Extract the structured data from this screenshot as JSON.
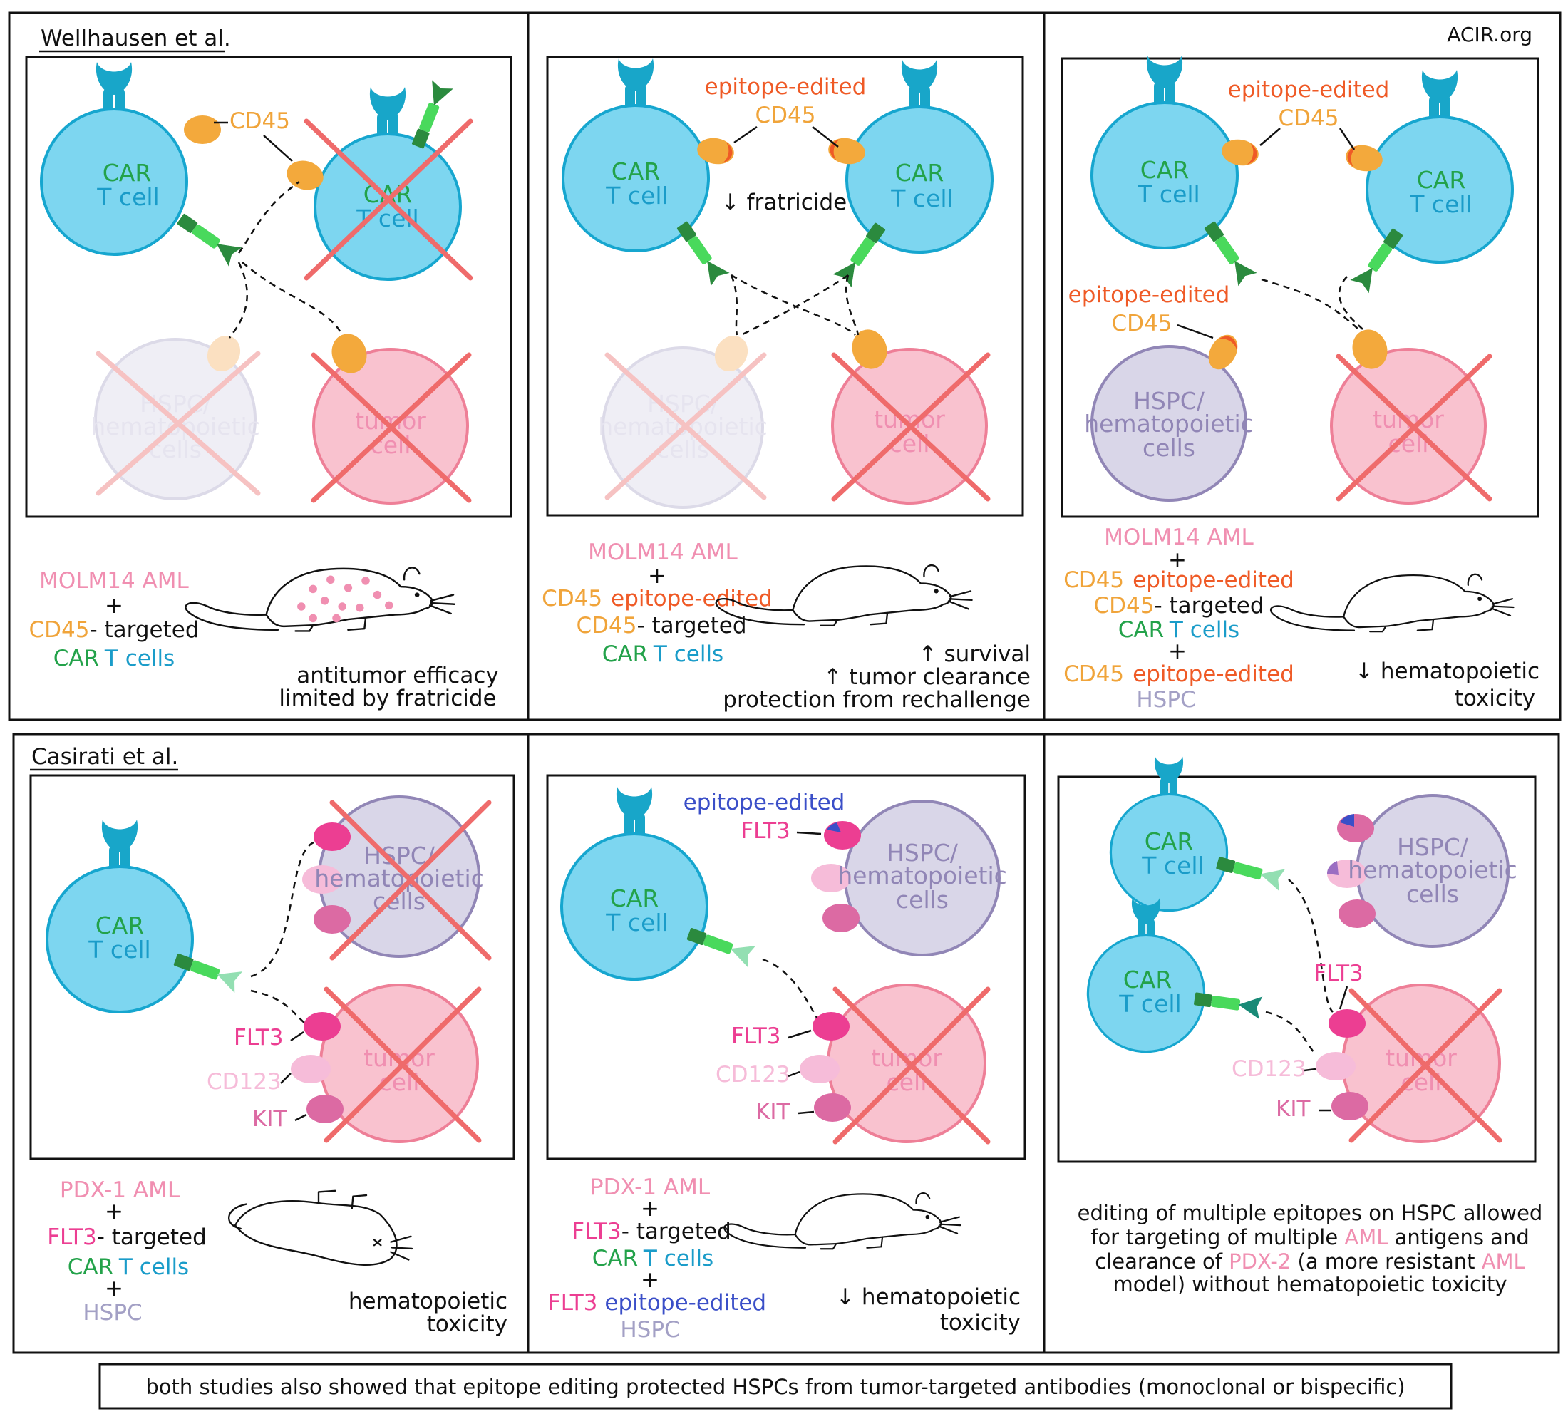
{
  "colors": {
    "car_t_fill": "#7dd6f0",
    "car_t_stroke": "#16a6cf",
    "car_label_green": "#23a24a",
    "car_label_blue": "#1a9cc9",
    "tumor_fill": "#f9c2cf",
    "tumor_stroke": "#ee7f97",
    "hspc_fill": "#d9d6e8",
    "hspc_stroke": "#9186b6",
    "hspc_faded_fill": "#efeef5",
    "hspc_faded_stroke": "#dcdae8",
    "cross_red": "#ef6b6b",
    "cross_faded": "#f6c2c2",
    "cd45_orange": "#f3a93c",
    "cd45_text": "#f0a43a",
    "edited_red": "#ef5a26",
    "edited_blue": "#3b4fc8",
    "flt3_pink": "#ec3e92",
    "cd123_pink": "#f6bcd9",
    "kit_pink": "#dc6aa3",
    "molm14_pink": "#f08fb1",
    "hspc_text": "#a3a0c5",
    "car_green": "#49d95c",
    "car_dark": "#2b8a3e",
    "receptor": "#18a6c9"
  },
  "watermark": "ACIR.org",
  "study1": {
    "author": "Wellhausen et al.",
    "panel1": {
      "cd45": "CD45",
      "caption": {
        "molm14": "MOLM14 AML",
        "plus": "+",
        "cd45": "CD45",
        "targeted": "- targeted",
        "car": "CAR",
        "tcells": "T cells"
      },
      "outcome": [
        "antitumor efficacy",
        "limited by fratricide"
      ]
    },
    "panel2": {
      "edited": "epitope-edited",
      "cd45": "CD45",
      "fratricide": "↓ fratricide",
      "caption": {
        "molm14": "MOLM14 AML",
        "plus": "+",
        "cd45": "CD45",
        "edited": "epitope-edited",
        "targeted": "- targeted",
        "car": "CAR",
        "tcells": "T cells"
      },
      "outcome": [
        "↑ survival",
        "↑ tumor clearance",
        "protection from rechallenge"
      ]
    },
    "panel3": {
      "edited": "epitope-edited",
      "cd45": "CD45",
      "caption": {
        "molm14": "MOLM14 AML",
        "plus": "+",
        "cd45": "CD45",
        "edited": "epitope-edited",
        "targeted": "- targeted",
        "car": "CAR",
        "tcells": "T cells",
        "hspc": "HSPC"
      },
      "outcome": [
        "↓ hematopoietic",
        "toxicity"
      ]
    }
  },
  "study2": {
    "author": "Casirati et al.",
    "panel1": {
      "flt3": "FLT3",
      "cd123": "CD123",
      "kit": "KIT",
      "caption": {
        "pdx": "PDX-1 AML",
        "plus": "+",
        "flt3": "FLT3",
        "targeted": "- targeted",
        "car": "CAR",
        "tcells": "T cells",
        "hspc": "HSPC"
      },
      "outcome": [
        "hematopoietic",
        "toxicity"
      ]
    },
    "panel2": {
      "edited": "epitope-edited",
      "flt3": "FLT3",
      "cd123": "CD123",
      "kit": "KIT",
      "caption": {
        "pdx": "PDX-1 AML",
        "plus": "+",
        "flt3": "FLT3",
        "targeted": "- targeted",
        "car": "CAR",
        "tcells": "T cells",
        "edited": "epitope-edited",
        "hspc": "HSPC"
      },
      "outcome": [
        "↓ hematopoietic",
        "toxicity"
      ]
    },
    "panel3": {
      "flt3": "FLT3",
      "cd123": "CD123",
      "kit": "KIT",
      "summary": {
        "line1": "editing of multiple epitopes on HSPC allowed",
        "line2_a": "for targeting of multiple ",
        "line2_aml": "AML",
        "line2_b": " antigens and",
        "line3_a": "clearance of ",
        "line3_pdx": "PDX-2",
        "line3_b": " (a more resistant ",
        "line3_aml": "AML",
        "line4": "model) without hematopoietic toxicity"
      }
    }
  },
  "cells": {
    "car_line1": "CAR",
    "car_line2": "T cell",
    "tumor_line1": "tumor",
    "tumor_line2": "cell",
    "hspc_line1": "HSPC/",
    "hspc_line2": "hematopoietic",
    "hspc_line3": "cells"
  },
  "footer": "both studies also showed that epitope editing protected HSPCs from tumor-targeted antibodies (monoclonal or bispecific)"
}
